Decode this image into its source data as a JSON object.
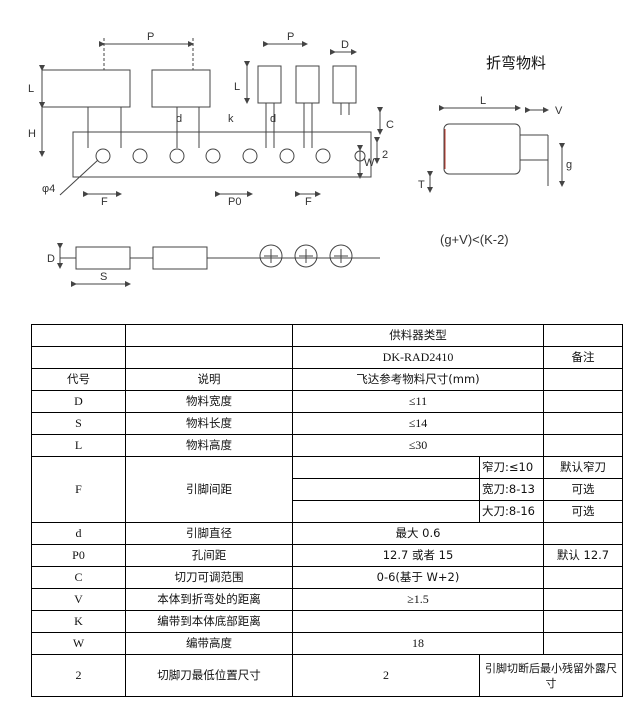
{
  "figure": {
    "bend_title": "折弯物料",
    "formula": "(g+V)<(K-2)",
    "labels": {
      "P_left": "P",
      "P_right": "P",
      "D_top": "D",
      "L_left": "L",
      "H": "H",
      "L_right": "L",
      "d_left": "d",
      "k": "k",
      "d_right": "d",
      "C": "C",
      "W": "W",
      "two": "2",
      "phi4": "φ4",
      "F_left": "F",
      "P0": "P0",
      "F_right": "F",
      "D_side": "D",
      "S": "S",
      "L_bend": "L",
      "V": "V",
      "g": "g",
      "T": "T"
    }
  },
  "table": {
    "header": {
      "feeder_type": "供料器类型",
      "model": "DK-RAD2410",
      "remark": "备注",
      "col_code": "代号",
      "col_desc": "说明",
      "col_size": "飞达参考物料尺寸(mm)"
    },
    "rows": {
      "D": {
        "code": "D",
        "desc": "物料宽度",
        "value": "≤11"
      },
      "S": {
        "code": "S",
        "desc": "物料长度",
        "value": "≤14"
      },
      "L": {
        "code": "L",
        "desc": "物料高度",
        "value": "≤30"
      },
      "F": {
        "code": "F",
        "desc": "引脚间距",
        "narrow": "窄刀:≤10",
        "narrow_note": "默认窄刀",
        "wide": "宽刀:8-13",
        "wide_note": "可选",
        "large": "大刀:8-16",
        "large_note": "可选"
      },
      "d": {
        "code": "d",
        "desc": "引脚直径",
        "value": "最大 0.6"
      },
      "P0": {
        "code": "P0",
        "desc": "孔间距",
        "value": "12.7 或者 15",
        "note": "默认 12.7"
      },
      "C": {
        "code": "C",
        "desc": "切刀可调范围",
        "value": "0-6(基于 W+2)"
      },
      "V": {
        "code": "V",
        "desc": "本体到折弯处的距离",
        "value": "≥1.5"
      },
      "K": {
        "code": "K",
        "desc": "编带到本体底部距离",
        "value": ""
      },
      "W": {
        "code": "W",
        "desc": "编带高度",
        "value": "18"
      },
      "two": {
        "code": "2",
        "desc": "切脚刀最低位置尺寸",
        "value": "2",
        "note": "引脚切断后最小残留外露尺寸"
      }
    }
  }
}
